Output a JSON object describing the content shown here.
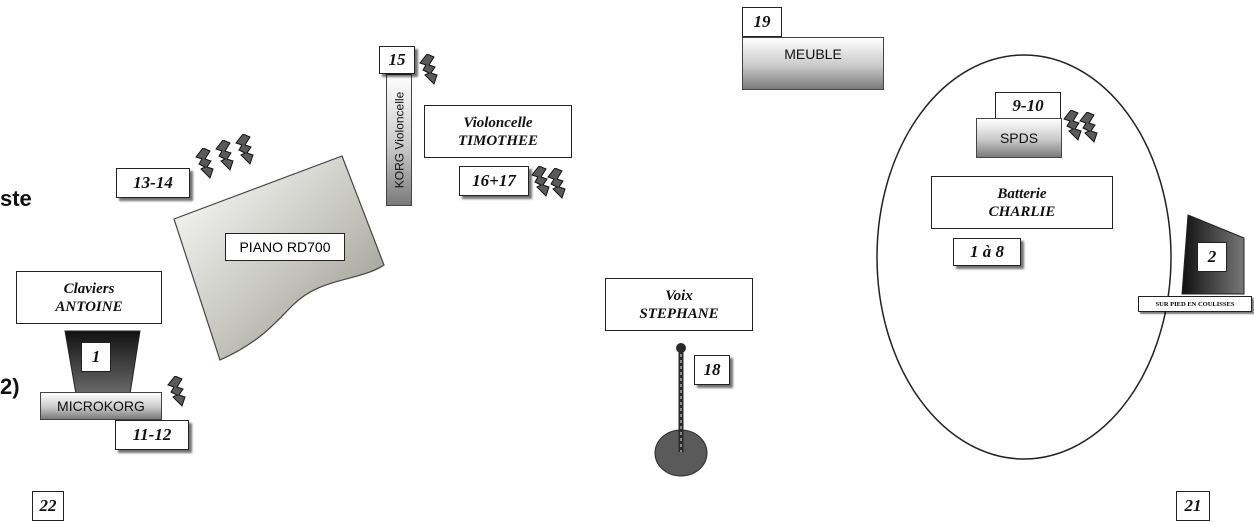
{
  "edge_fragments": {
    "top": "ste",
    "bottom": "2)"
  },
  "musicians": {
    "claviers": {
      "line1": "Claviers",
      "line2": "ANTOINE"
    },
    "violoncelle": {
      "line1": "Violoncelle",
      "line2": "TIMOTHEE"
    },
    "voix": {
      "line1": "Voix",
      "line2": "STEPHANE"
    },
    "batterie": {
      "line1": "Batterie",
      "line2": "CHARLIE"
    }
  },
  "instruments": {
    "piano": "PIANO RD700",
    "microkorg": "MICROKORG",
    "korg_violoncelle": "KORG Violoncelle",
    "meuble": "MEUBLE",
    "spds": "SPDS"
  },
  "channels": {
    "c1_keys_monitor": "1",
    "c2_monitor": "2",
    "c11_12": "11-12",
    "c13_14": "13-14",
    "c15": "15",
    "c16_17": "16+17",
    "c18": "18",
    "c19": "19",
    "c9_10": "9-10",
    "c1_8": "1 à 8",
    "c21": "21",
    "c22": "22"
  },
  "notes": {
    "sur_pied": "SUR PIED EN COULISSES"
  },
  "colors": {
    "bolt": "#555555",
    "mic_stand": "#555555",
    "outline": "#222222"
  }
}
